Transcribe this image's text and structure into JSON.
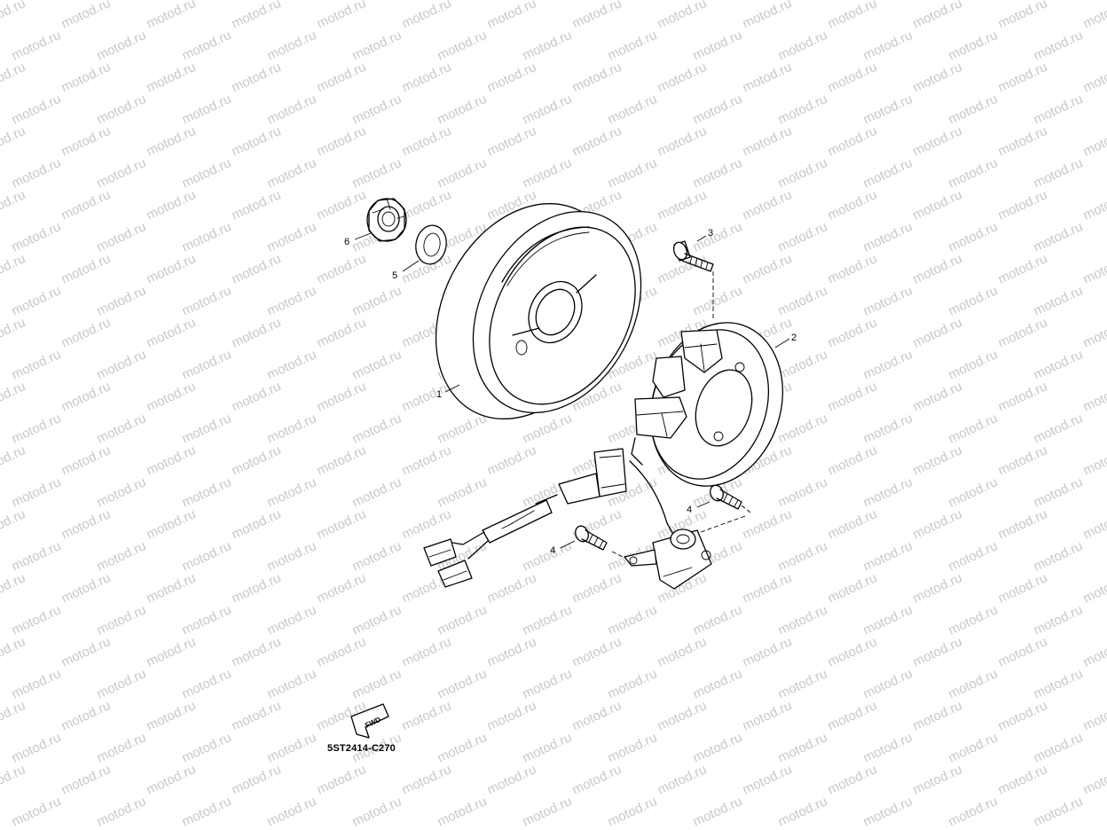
{
  "watermark": {
    "text": "motod.ru",
    "color": "#c8c8c8"
  },
  "diagram": {
    "drawing_code": "5ST2414-C270",
    "fwd_label": "FWD",
    "parts": [
      {
        "number": "1",
        "icon": "flywheel-rotor-icon"
      },
      {
        "number": "2",
        "icon": "stator-assembly-icon"
      },
      {
        "number": "3",
        "icon": "stator-screw-icon"
      },
      {
        "number": "4",
        "icon": "pickup-screw-icon"
      },
      {
        "number": "4",
        "icon": "pickup-screw-icon"
      },
      {
        "number": "5",
        "icon": "washer-icon"
      },
      {
        "number": "6",
        "icon": "nut-icon"
      }
    ]
  }
}
